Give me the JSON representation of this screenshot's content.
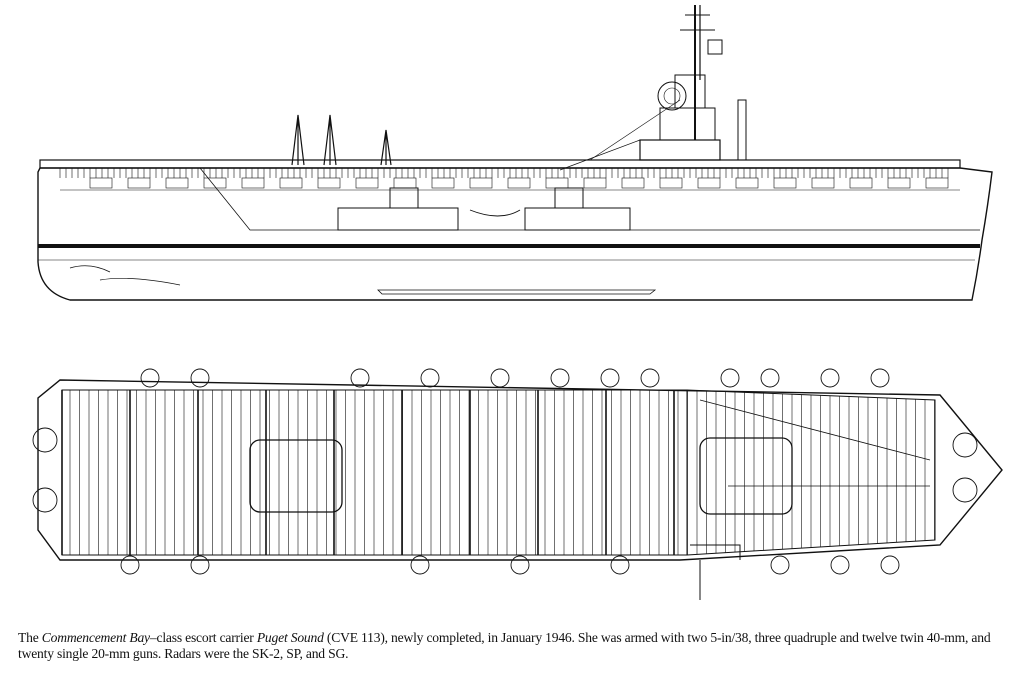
{
  "caption": {
    "part1": "The ",
    "class_name": "Commencement Bay",
    "part2": "–class escort carrier ",
    "ship_name": "Puget Sound",
    "part3": " (CVE 113), newly completed, in January 1946. She was armed with two 5-in/38, three quadruple and twelve twin 40-mm, and twenty single 20-mm guns. Radars were the SK-2, SP, and SG."
  },
  "figures": {
    "profile": "profile-view",
    "plan": "plan-view"
  }
}
